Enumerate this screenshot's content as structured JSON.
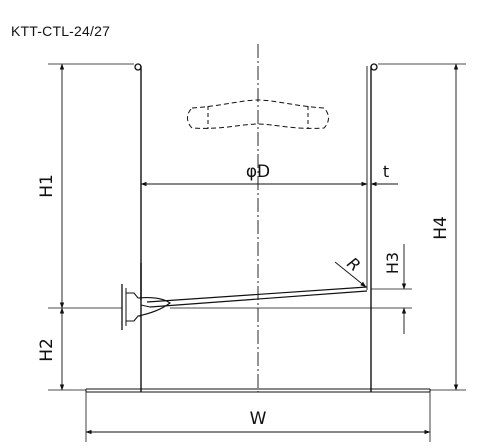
{
  "model_code": "KTT-CTL-24/27",
  "dimensions": {
    "h1": "H1",
    "h2": "H2",
    "h3": "H3",
    "h4": "H4",
    "diameter": "φD",
    "thickness": "t",
    "radius": "R",
    "width": "W"
  },
  "line_color": "#111111"
}
